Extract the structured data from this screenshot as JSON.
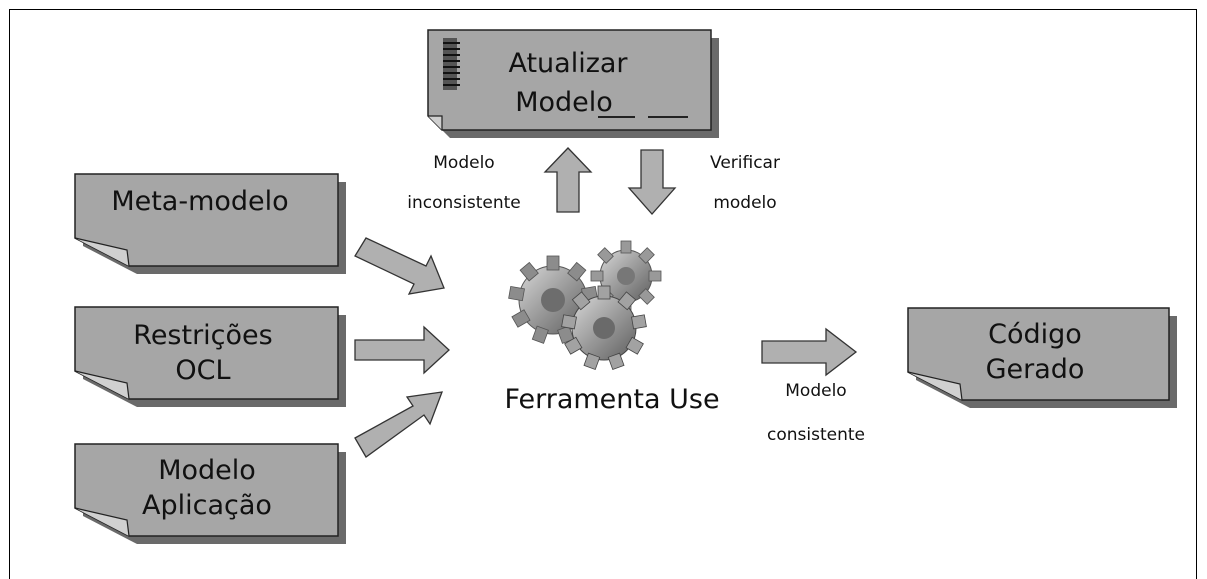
{
  "nodes": {
    "atualizar": {
      "line1": "Atualizar",
      "line2": "Modelo"
    },
    "meta": {
      "line1": "Meta-modelo"
    },
    "restricoes": {
      "line1": "Restrições",
      "line2": "OCL"
    },
    "aplicacao": {
      "line1": "Modelo",
      "line2": "Aplicação"
    },
    "codigo": {
      "line1": "Código",
      "line2": "Gerado"
    },
    "tool": {
      "label": "Ferramenta Use"
    }
  },
  "edges": {
    "inconsistente": {
      "line1": "Modelo",
      "line2": "inconsistente"
    },
    "verificar": {
      "line1": "Verificar",
      "line2": "modelo"
    },
    "consistente": {
      "line1": "Modelo",
      "line2": "consistente"
    }
  },
  "colors": {
    "doc_fill": "#a6a6a6",
    "shadow": "#6a6a6a",
    "arrow_fill": "#b0b0b0",
    "gear_fill": "#9a9a9a"
  }
}
